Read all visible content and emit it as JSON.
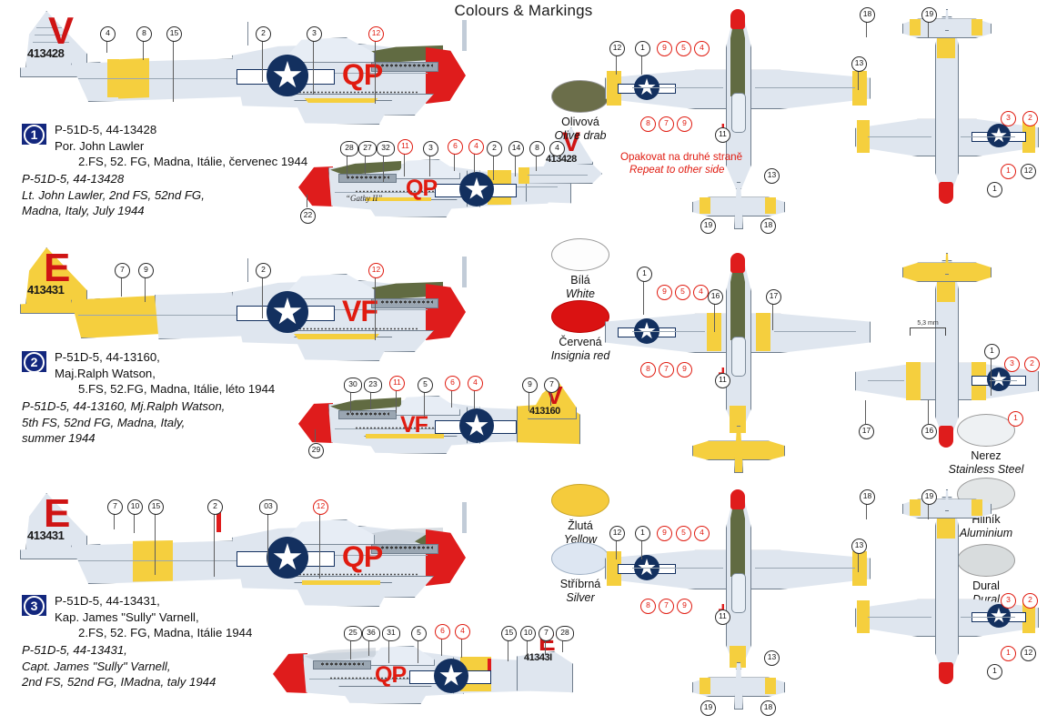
{
  "page": {
    "title": "Colours & Markings",
    "note_cz": "Opakovat na druhé straně",
    "note_en": "Repeat to other side",
    "dimension_label": "5,3 mm"
  },
  "schemes": [
    {
      "number": "1",
      "cz": [
        "P-51D-5, 44-13428",
        "Por. John Lawler",
        "2.FS, 52. FG, Madna, Itálie, červenec 1944"
      ],
      "en": [
        "P-51D-5, 44-13428",
        "Lt. John Lawler, 2nd FS, 52nd FG,",
        "Madna, Italy, July 1944"
      ],
      "tail_letter": "V",
      "serial": "413428",
      "fuselage_code": "QP",
      "nose_art": "“Gathy II”",
      "port_callouts": [
        "4",
        "8",
        "15",
        "2",
        "3",
        "12"
      ],
      "port_callouts_red": [
        "12"
      ],
      "stbd_callouts": [
        "28",
        "27",
        "32",
        "11",
        "3",
        "6",
        "4",
        "2",
        "14",
        "8",
        "4",
        "22"
      ],
      "stbd_callouts_red": [
        "11",
        "6",
        "4"
      ],
      "top_callouts": [
        "12",
        "1",
        "9",
        "5",
        "4",
        "8",
        "7",
        "9",
        "11",
        "13",
        "18",
        "19"
      ],
      "top_callouts_red": [
        "9",
        "5",
        "4",
        "8",
        "7"
      ],
      "bottom_callouts": [
        "3",
        "2",
        "1",
        "12",
        "1",
        "13",
        "19",
        "18"
      ],
      "bottom_callouts_red": [
        "3",
        "2",
        "1"
      ]
    },
    {
      "number": "2",
      "cz": [
        "P-51D-5, 44-13160,",
        "Maj.Ralph Watson,",
        "5.FS, 52.FG, Madna, Itálie, léto 1944"
      ],
      "en": [
        "P-51D-5, 44-13160, Mj.Ralph Watson,",
        "5th FS, 52nd FG, Madna, Italy,",
        "summer 1944"
      ],
      "tail_letter": "E",
      "serial": "413431",
      "tail_letter_stbd": "V",
      "serial_stbd": "413160",
      "fuselage_code": "VF",
      "port_callouts": [
        "7",
        "9",
        "2",
        "12"
      ],
      "stbd_callouts": [
        "30",
        "23",
        "11",
        "5",
        "6",
        "4",
        "9",
        "7",
        "29"
      ],
      "stbd_callouts_red": [
        "11",
        "6",
        "4"
      ],
      "top_callouts": [
        "1",
        "9",
        "5",
        "4",
        "16",
        "17",
        "8",
        "7",
        "9",
        "11"
      ],
      "top_callouts_red": [
        "9",
        "5",
        "4",
        "8",
        "7"
      ],
      "bottom_callouts": [
        "1",
        "3",
        "2",
        "1",
        "17",
        "16"
      ],
      "bottom_callouts_red": [
        "3",
        "2",
        "1"
      ]
    },
    {
      "number": "3",
      "cz": [
        "P-51D-5, 44-13431,",
        "Kap. James \"Sully\" Varnell,",
        "2.FS, 52. FG, Madna, Itálie 1944"
      ],
      "en": [
        "P-51D-5, 44-13431,",
        "Capt. James \"Sully\" Varnell,",
        "2nd FS, 52nd FG, IMadna, taly 1944"
      ],
      "tail_letter": "E",
      "serial": "413431",
      "tail_letter_stbd": "E",
      "serial_stbd": "41343I",
      "fuselage_code": "QP",
      "port_callouts": [
        "7",
        "10",
        "15",
        "2",
        "03",
        "12"
      ],
      "port_callouts_red": [
        "12"
      ],
      "stbd_callouts": [
        "25",
        "36",
        "31",
        "5",
        "6",
        "4",
        "15",
        "10",
        "7",
        "28"
      ],
      "stbd_callouts_red": [
        "6",
        "4"
      ],
      "top_callouts": [
        "12",
        "1",
        "9",
        "5",
        "4",
        "8",
        "7",
        "9",
        "11",
        "13",
        "18",
        "19"
      ],
      "top_callouts_red": [
        "9",
        "5",
        "4",
        "8",
        "7"
      ],
      "bottom_callouts": [
        "3",
        "2",
        "1",
        "12",
        "1",
        "13",
        "19",
        "18"
      ],
      "bottom_callouts_red": [
        "3",
        "2",
        "1"
      ]
    }
  ],
  "legend": [
    {
      "cz": "Olivová",
      "en": "Olive drab",
      "color": "#6b6e4a"
    },
    {
      "cz": "Bílá",
      "en": "White",
      "color": "#fdfdfd"
    },
    {
      "cz": "Červená",
      "en": "Insignia red",
      "color": "#da1212"
    },
    {
      "cz": "Žlutá",
      "en": "Yellow",
      "color": "#f5cb3c"
    },
    {
      "cz": "Stříbrná",
      "en": "Silver",
      "color": "#dde6f2"
    },
    {
      "cz": "Nerez",
      "en": "Stainless Steel",
      "color": "#eef1f3"
    },
    {
      "cz": "Hliník",
      "en": "Aluminium",
      "color": "#e2e5e6"
    },
    {
      "cz": "Dural",
      "en": "Dural",
      "color": "#d8dcdd"
    }
  ]
}
